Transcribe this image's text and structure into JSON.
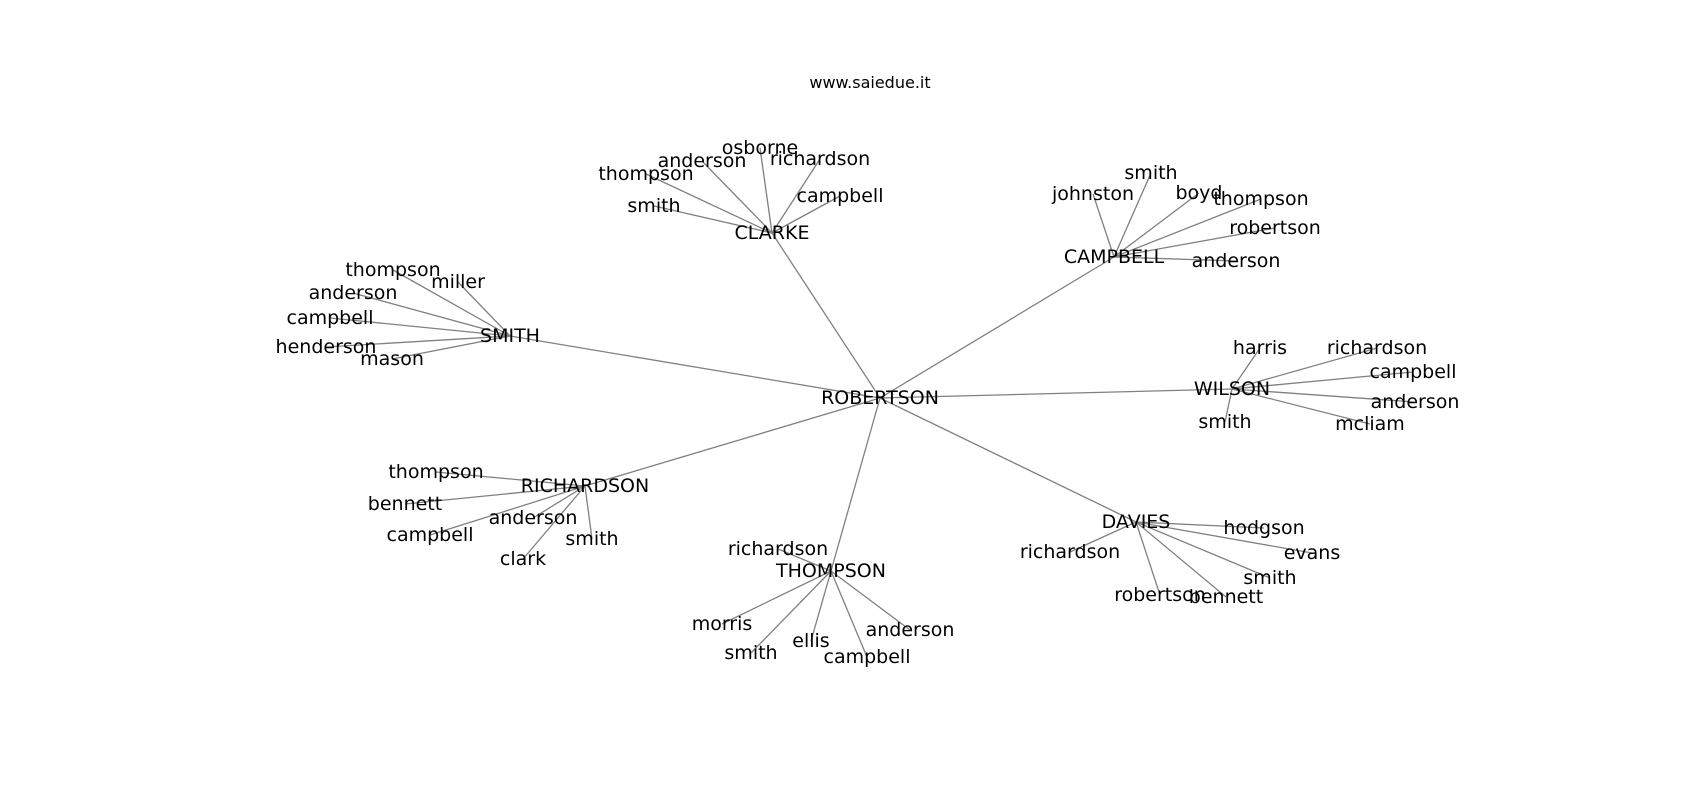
{
  "header": {
    "title": "www.saiedue.it"
  },
  "graph": {
    "root": "ROBERTSON",
    "groups": [
      {
        "hub": "CLARKE",
        "leaves": [
          "osborne",
          "anderson",
          "richardson",
          "thompson",
          "campbell",
          "smith"
        ]
      },
      {
        "hub": "CAMPBELL",
        "leaves": [
          "smith",
          "johnston",
          "boyd",
          "thompson",
          "robertson",
          "anderson"
        ]
      },
      {
        "hub": "SMITH",
        "leaves": [
          "thompson",
          "miller",
          "anderson",
          "campbell",
          "henderson",
          "mason"
        ]
      },
      {
        "hub": "WILSON",
        "leaves": [
          "harris",
          "richardson",
          "campbell",
          "anderson",
          "smith",
          "mcliam"
        ]
      },
      {
        "hub": "RICHARDSON",
        "leaves": [
          "thompson",
          "bennett",
          "anderson",
          "campbell",
          "smith",
          "clark"
        ]
      },
      {
        "hub": "DAVIES",
        "leaves": [
          "hodgson",
          "richardson",
          "evans",
          "smith",
          "robertson",
          "bennett"
        ]
      },
      {
        "hub": "THOMPSON",
        "leaves": [
          "richardson",
          "morris",
          "anderson",
          "ellis",
          "smith",
          "campbell"
        ]
      }
    ]
  }
}
